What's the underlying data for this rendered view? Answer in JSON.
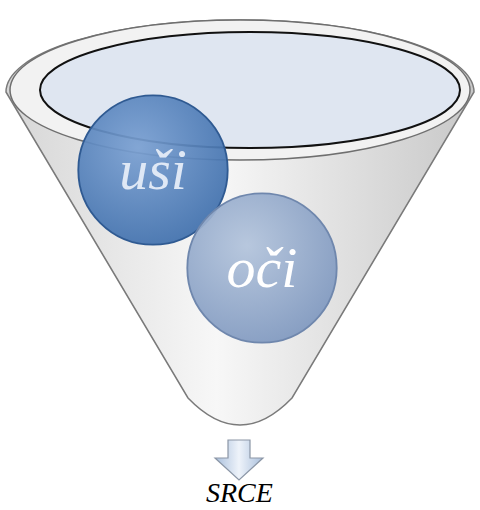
{
  "diagram": {
    "nodes": [
      {
        "text": [
          "uši"
        ]
      },
      {
        "text": [
          "oči"
        ]
      }
    ],
    "labels": [
      "SRCE"
    ]
  }
}
